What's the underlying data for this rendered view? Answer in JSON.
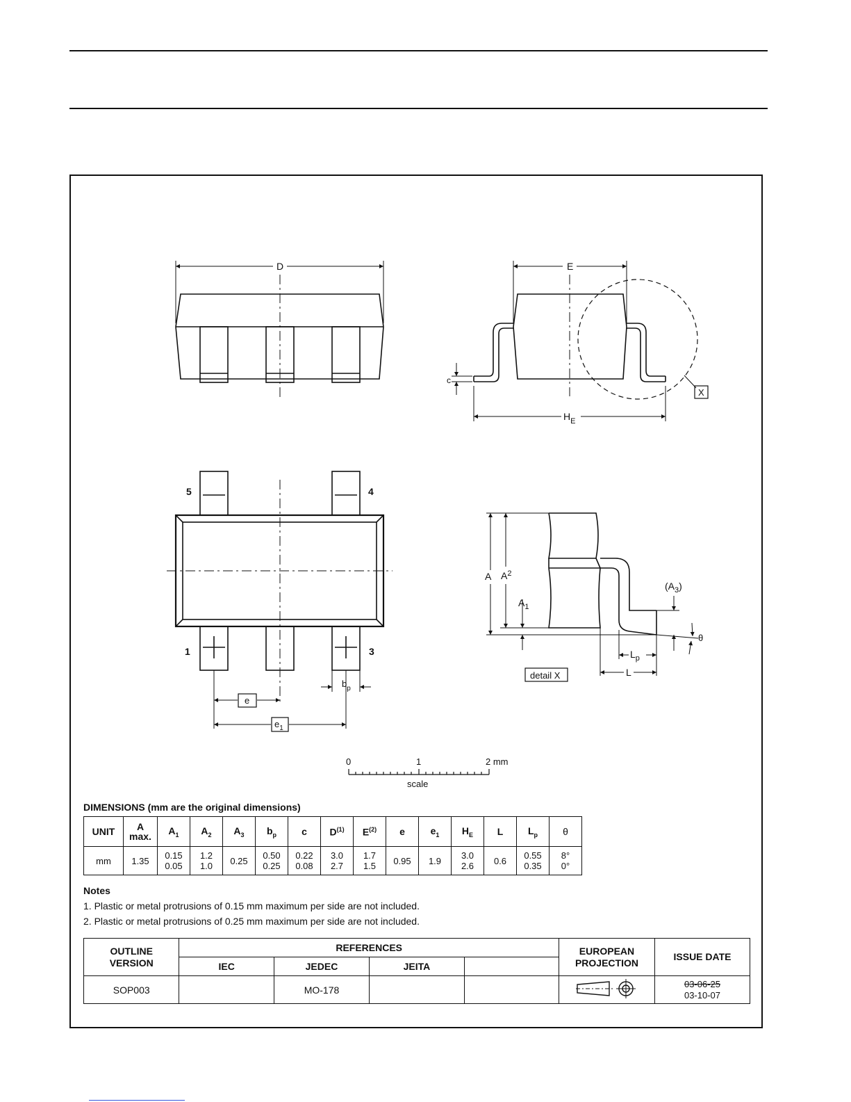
{
  "drawing_labels": {
    "D": "D",
    "E": "E",
    "c": "c",
    "HE_main": "H",
    "HE_sub": "E",
    "X": "X",
    "pin1": "1",
    "pin3": "3",
    "pin4": "4",
    "pin5": "5",
    "e": "e",
    "e1_main": "e",
    "e1_sub": "1",
    "bp_main": "b",
    "bp_sub": "p",
    "A": "A",
    "A2_main": "A",
    "A2_sub": "2",
    "A1_main": "A",
    "A1_sub": "1",
    "A3_open": "(A",
    "A3_sub": "3",
    "A3_close": ")",
    "theta": "θ",
    "Lp_main": "L",
    "Lp_sub": "p",
    "L": "L",
    "detail": "detail X"
  },
  "scale_bar": {
    "tick0": "0",
    "tick1": "1",
    "tick2": "2 mm",
    "label": "scale"
  },
  "dimensions": {
    "title": "DIMENSIONS (mm are the original dimensions)",
    "headers": {
      "unit": "UNIT",
      "a_top": "A",
      "a_bottom": "max.",
      "a1": "A",
      "a1_sub": "1",
      "a2": "A",
      "a2_sub": "2",
      "a3": "A",
      "a3_sub": "3",
      "bp": "b",
      "bp_sub": "p",
      "c": "c",
      "d": "D",
      "d_sup": "(1)",
      "e_cap": "E",
      "e_cap_sup": "(2)",
      "e": "e",
      "e1": "e",
      "e1_sub": "1",
      "he": "H",
      "he_sub": "E",
      "l": "L",
      "lp": "L",
      "lp_sub": "p",
      "theta": "θ"
    },
    "row": {
      "unit": "mm",
      "a": "1.35",
      "a1_max": "0.15",
      "a1_min": "0.05",
      "a2_max": "1.2",
      "a2_min": "1.0",
      "a3": "0.25",
      "bp_max": "0.50",
      "bp_min": "0.25",
      "c_max": "0.22",
      "c_min": "0.08",
      "d_max": "3.0",
      "d_min": "2.7",
      "e_cap_max": "1.7",
      "e_cap_min": "1.5",
      "e": "0.95",
      "e1": "1.9",
      "he_max": "3.0",
      "he_min": "2.6",
      "l": "0.6",
      "lp_max": "0.55",
      "lp_min": "0.35",
      "theta_max": "8°",
      "theta_min": "0°"
    }
  },
  "notes": {
    "title": "Notes",
    "items": [
      "1. Plastic or metal protrusions of 0.15 mm maximum per side are not included.",
      "2. Plastic or metal protrusions of 0.25 mm maximum per side are not included."
    ]
  },
  "outline_table": {
    "outline_version_line1": "OUTLINE",
    "outline_version_line2": "VERSION",
    "references": "REFERENCES",
    "iec": "IEC",
    "jedec": "JEDEC",
    "jeita": "JEITA",
    "european_line1": "EUROPEAN",
    "european_line2": "PROJECTION",
    "issue_date": "ISSUE DATE",
    "version_value": "SOP003",
    "iec_value": "",
    "jedec_value": "MO-178",
    "jeita_value": "",
    "old_date": "03-06-25",
    "new_date": "03-10-07"
  }
}
